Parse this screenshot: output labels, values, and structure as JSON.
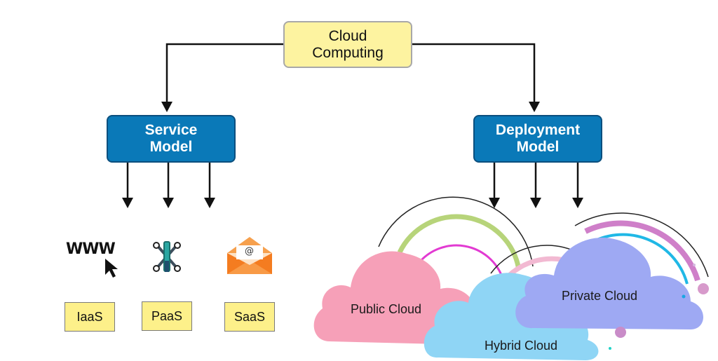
{
  "root": {
    "line1": "Cloud",
    "line2": "Computing"
  },
  "service_model": {
    "line1": "Service",
    "line2": "Model",
    "children": [
      {
        "icon": "www-cursor-icon",
        "icon_text": "WWW",
        "label": "IaaS"
      },
      {
        "icon": "tools-icon",
        "label": "PaaS"
      },
      {
        "icon": "email-envelope-icon",
        "icon_text": "@",
        "label": "SaaS"
      }
    ]
  },
  "deployment_model": {
    "line1": "Deployment",
    "line2": "Model",
    "clouds": [
      {
        "label": "Public Cloud",
        "color": "#f6a0b8"
      },
      {
        "label": "Hybrid Cloud",
        "color": "#8fd5f5"
      },
      {
        "label": "Private Cloud",
        "color": "#9ea9f3"
      }
    ]
  },
  "colors": {
    "root_fill": "#fdf3a0",
    "model_fill": "#0a79b8",
    "tag_fill": "#fdf08a",
    "connector": "#111111"
  }
}
